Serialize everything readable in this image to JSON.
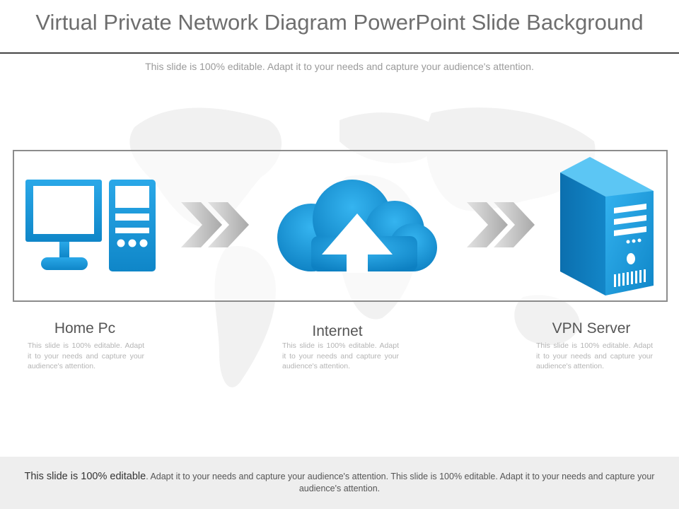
{
  "title": "Virtual Private Network Diagram PowerPoint Slide Background",
  "subtitle": "This slide is 100% editable. Adapt it to your needs and capture your audience's attention.",
  "nodes": [
    {
      "label": "Home Pc",
      "icon": "desktop-computer-icon",
      "description": "This slide is 100% editable. Adapt it to your needs and capture your audience's attention."
    },
    {
      "label": "Internet",
      "icon": "cloud-upload-icon",
      "description": "This slide is 100% editable. Adapt it to your needs and capture your audience's attention."
    },
    {
      "label": "VPN Server",
      "icon": "server-tower-icon",
      "description": "This slide is 100% editable. Adapt it to your needs and capture your audience's attention."
    }
  ],
  "connectors": [
    "double-chevron-right-icon",
    "double-chevron-right-icon"
  ],
  "footer": {
    "lead": "This slide is 100% editable",
    "rest": ". Adapt it to your needs and capture your audience's attention. This slide is 100% editable. Adapt it to your needs and capture your audience's attention."
  },
  "colors": {
    "accent_blue": "#1e9fe0",
    "accent_blue_dark": "#0d7fc0",
    "chevron_gray": "#bdbdbd",
    "title_gray": "#6e6e6e",
    "footer_bg": "#eeeeee"
  }
}
